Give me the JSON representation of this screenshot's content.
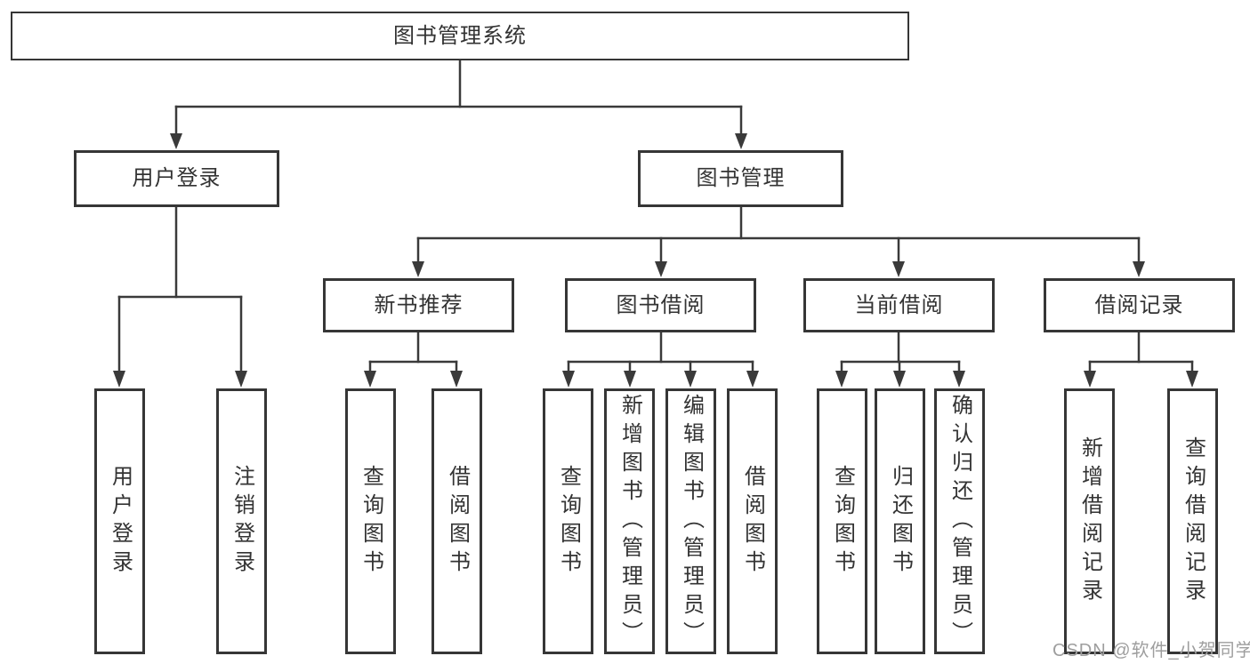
{
  "diagram": {
    "title_node": {
      "label": "图书管理系统"
    },
    "level2": {
      "user_login": {
        "label": "用户登录"
      },
      "book_management": {
        "label": "图书管理"
      }
    },
    "level3": {
      "new_book_recommend": {
        "label": "新书推荐"
      },
      "book_borrow": {
        "label": "图书借阅"
      },
      "current_borrow": {
        "label": "当前借阅"
      },
      "borrow_records": {
        "label": "借阅记录"
      }
    },
    "leaves": {
      "user_login": "用户登录",
      "logout": "注销登录",
      "recommend_query_books": "查询图书",
      "recommend_borrow_books": "借阅图书",
      "borrow_query_books": "查询图书",
      "borrow_add_books": "新增图书（管理员）",
      "borrow_edit_books": "编辑图书（管理员）",
      "borrow_borrow_books": "借阅图书",
      "current_query_books": "查询图书",
      "current_return_books": "归还图书",
      "current_confirm_return": "确认归还（管理员）",
      "records_add_record": "新增借阅记录",
      "records_query_record": "查询借阅记录"
    }
  },
  "watermark": {
    "text": "CSDN @软件_小贺同学"
  },
  "colors": {
    "background": "#ffffff",
    "box_border": "#363636",
    "connector_line": "#3a3a3a",
    "text": "#333333",
    "watermark": "#9e9e9e"
  }
}
